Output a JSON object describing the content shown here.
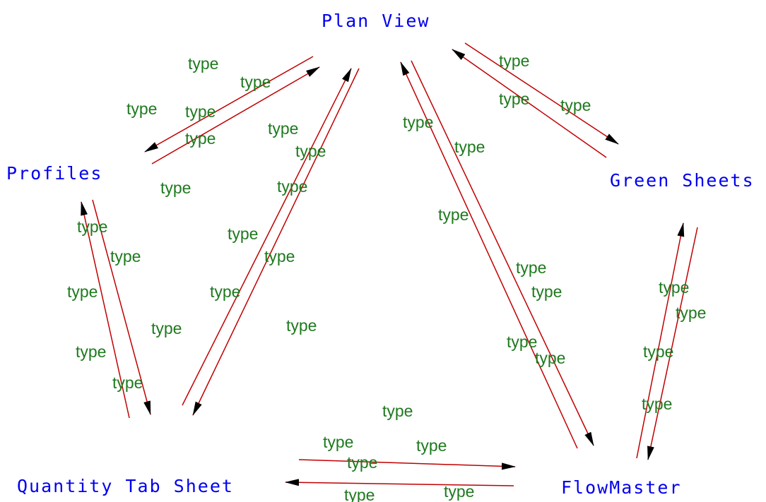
{
  "nodes": {
    "plan_view": "Plan View",
    "profiles": "Profiles",
    "green_sheets": "Green Sheets",
    "quantity_tab_sheet": "Quantity Tab Sheet",
    "flowmaster": "FlowMaster"
  },
  "edge_label_text": "type",
  "colors": {
    "node_text": "#0000ee",
    "edge_label_text": "#1f7a1f",
    "edge_line": "#c00000",
    "arrowhead": "#000000"
  }
}
